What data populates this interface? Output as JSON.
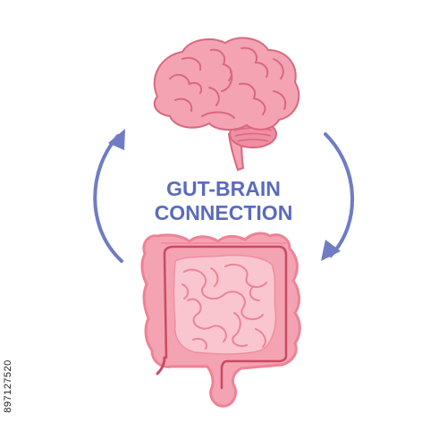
{
  "diagram": {
    "title_line1": "GUT-BRAIN",
    "title_line2": "CONNECTION",
    "stock_id": "897127520"
  },
  "colors": {
    "title": "#5a6bbd",
    "arrow": "#6f7cc4",
    "brain_fill": "#f4a3b3",
    "brain_line": "#d9687f",
    "intestine_fill": "#f7b9c4",
    "intestine_outline": "#ee8296",
    "intestine_inner_line": "#c94a63",
    "background": "#ffffff"
  },
  "icons": {
    "brain": "brain-icon",
    "intestines": "intestines-icon",
    "arrow_left": "arrow-up-curved-icon",
    "arrow_right": "arrow-down-curved-icon"
  }
}
